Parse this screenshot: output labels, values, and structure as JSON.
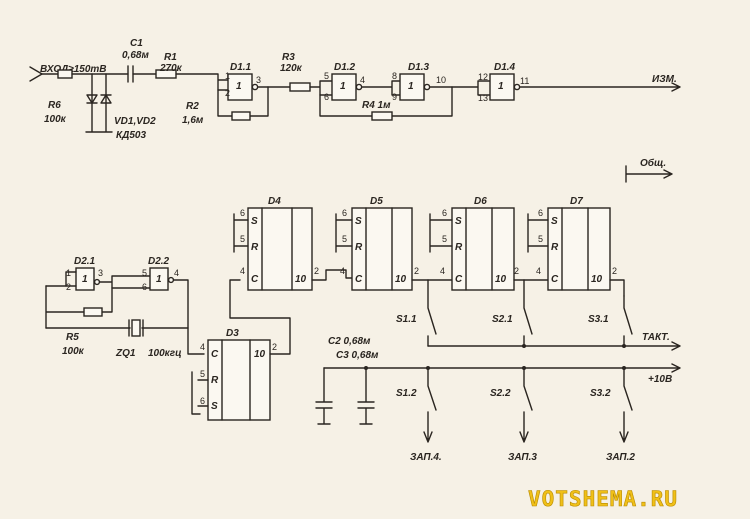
{
  "top": {
    "input_label": "ВХОД≥150mВ",
    "c1": {
      "name": "C1",
      "value": "0,68м"
    },
    "r1": {
      "name": "R1",
      "value": "270к"
    },
    "r6": {
      "name": "R6",
      "value": "100к"
    },
    "vd": {
      "name": "VD1,VD2",
      "value": "КД503"
    },
    "r2": {
      "name": "R2",
      "value": "1,6м"
    },
    "d11": "D1.1",
    "r3": {
      "name": "R3",
      "value": "120к"
    },
    "d12": "D1.2",
    "r4": "R4 1м",
    "d13": "D1.3",
    "d14": "D1.4",
    "output_label": "ИЗМ.",
    "common_label": "Общ.",
    "pins": {
      "d11_a": "1",
      "d11_b": "2",
      "d11_o": "3",
      "d12_a": "5",
      "d12_b": "6",
      "d12_o": "4",
      "d13_a": "8",
      "d13_b": "9",
      "d13_o": "10",
      "d14_a": "12",
      "d14_b": "13",
      "d14_o": "11"
    }
  },
  "osc": {
    "d21": "D2.1",
    "d22": "D2.2",
    "r5": {
      "name": "R5",
      "value": "100к"
    },
    "zq": {
      "name": "ZQ1",
      "value": "100кгц"
    },
    "pins": {
      "d21_a": "1",
      "d21_b": "2",
      "d21_o": "3",
      "d22_a": "5",
      "d22_b": "6",
      "d22_o": "4"
    }
  },
  "counters": {
    "d3": {
      "name": "D3",
      "pins": {
        "c_in": "4",
        "q_out": "2",
        "r": "5",
        "s": "6"
      }
    },
    "d4": "D4",
    "d5": "D5",
    "d6": "D6",
    "d7": "D7",
    "pin_labels": {
      "s": "S",
      "r": "R",
      "c": "C",
      "q": "10"
    },
    "pin_nums": {
      "s": "6",
      "r": "5",
      "c": "4",
      "out": "2"
    }
  },
  "switches": {
    "s11": "S1.1",
    "s21": "S2.1",
    "s31": "S3.1",
    "s12": "S1.2",
    "s22": "S2.2",
    "s32": "S3.2",
    "takt_label": "ТАКТ.",
    "c2": "C2 0,68м",
    "c3": "C3 0,68м",
    "vplus": "+10В",
    "zap4": "ЗАП.4.",
    "zap3": "ЗАП.3",
    "zap2": "ЗАП.2"
  },
  "watermark": "VOTSHEMA.RU"
}
